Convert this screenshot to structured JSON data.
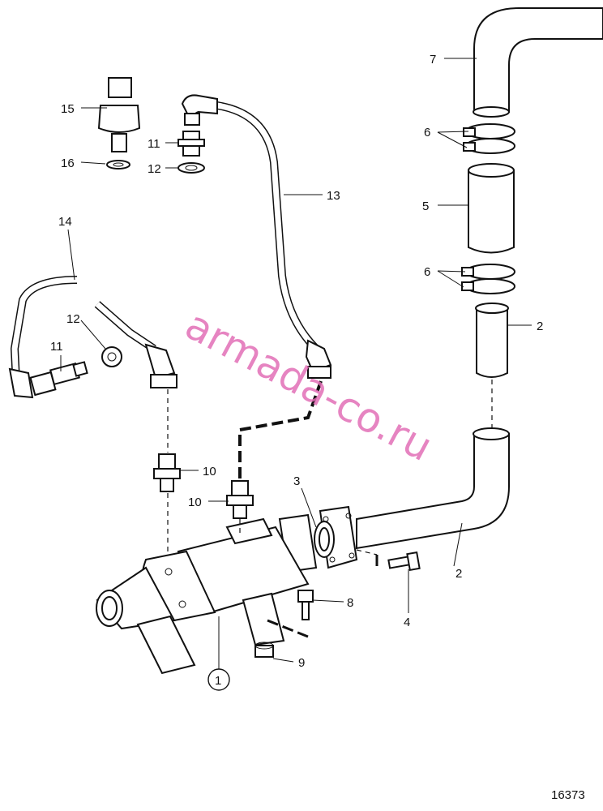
{
  "diagram": {
    "reference_number": "16373",
    "watermark": "armada-co.ru",
    "callouts": [
      {
        "id": "c7",
        "text": "7"
      },
      {
        "id": "c6a",
        "text": "6"
      },
      {
        "id": "c5",
        "text": "5"
      },
      {
        "id": "c6b",
        "text": "6"
      },
      {
        "id": "c2a",
        "text": "2"
      },
      {
        "id": "c2b",
        "text": "2"
      },
      {
        "id": "c15",
        "text": "15"
      },
      {
        "id": "c16",
        "text": "16"
      },
      {
        "id": "c11a",
        "text": "11"
      },
      {
        "id": "c12a",
        "text": "12"
      },
      {
        "id": "c13",
        "text": "13"
      },
      {
        "id": "c14",
        "text": "14"
      },
      {
        "id": "c12b",
        "text": "12"
      },
      {
        "id": "c11b",
        "text": "11"
      },
      {
        "id": "c10a",
        "text": "10"
      },
      {
        "id": "c10b",
        "text": "10"
      },
      {
        "id": "c3",
        "text": "3"
      },
      {
        "id": "c4",
        "text": "4"
      },
      {
        "id": "c8",
        "text": "8"
      },
      {
        "id": "c9",
        "text": "9"
      },
      {
        "id": "c1",
        "text": "1"
      }
    ]
  }
}
